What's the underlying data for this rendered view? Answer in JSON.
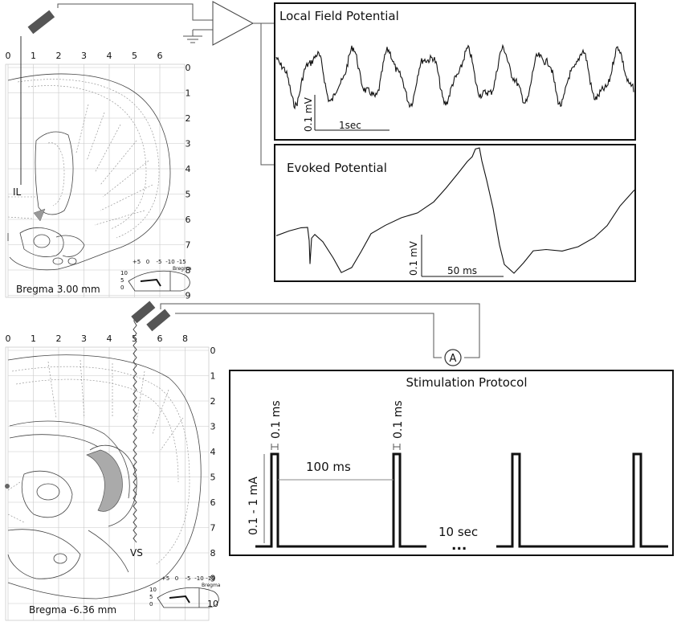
{
  "top_section": {
    "region_label": "IL",
    "bregma_label": "Bregma 3.00 mm",
    "x_ticks": [
      "0",
      "1",
      "2",
      "3",
      "4",
      "5",
      "6"
    ],
    "y_ticks": [
      "0",
      "1",
      "2",
      "3",
      "4",
      "5",
      "6",
      "7",
      "8",
      "9"
    ]
  },
  "bottom_section": {
    "region_label": "VS",
    "bregma_label": "Bregma -6.36 mm",
    "x_ticks": [
      "0",
      "1",
      "2",
      "3",
      "4",
      "5",
      "6",
      "8"
    ],
    "y_ticks": [
      "0",
      "1",
      "2",
      "3",
      "4",
      "5",
      "6",
      "7",
      "8",
      "9",
      "10"
    ]
  },
  "inset": {
    "ap_ticks": [
      "+5",
      "0",
      "-5",
      "-10",
      "-15"
    ],
    "dv_ticks": [
      "10",
      "5",
      "0"
    ],
    "label": "Bregma"
  },
  "lfp_panel": {
    "title": "Local Field Potential",
    "scale_v": "0.1 mV",
    "scale_t": "1sec"
  },
  "ep_panel": {
    "title": "Evoked Potential",
    "scale_v": "0.1 mV",
    "scale_t": "50 ms"
  },
  "stim_panel": {
    "title": "Stimulation Protocol",
    "pulse_width_1": "0.1 ms",
    "pulse_width_2": "0.1 ms",
    "interpulse": "100 ms",
    "amplitude": "0.1 - 1 mA",
    "train_interval": "10 sec",
    "ellipsis": "..."
  },
  "amp_symbol": "A"
}
